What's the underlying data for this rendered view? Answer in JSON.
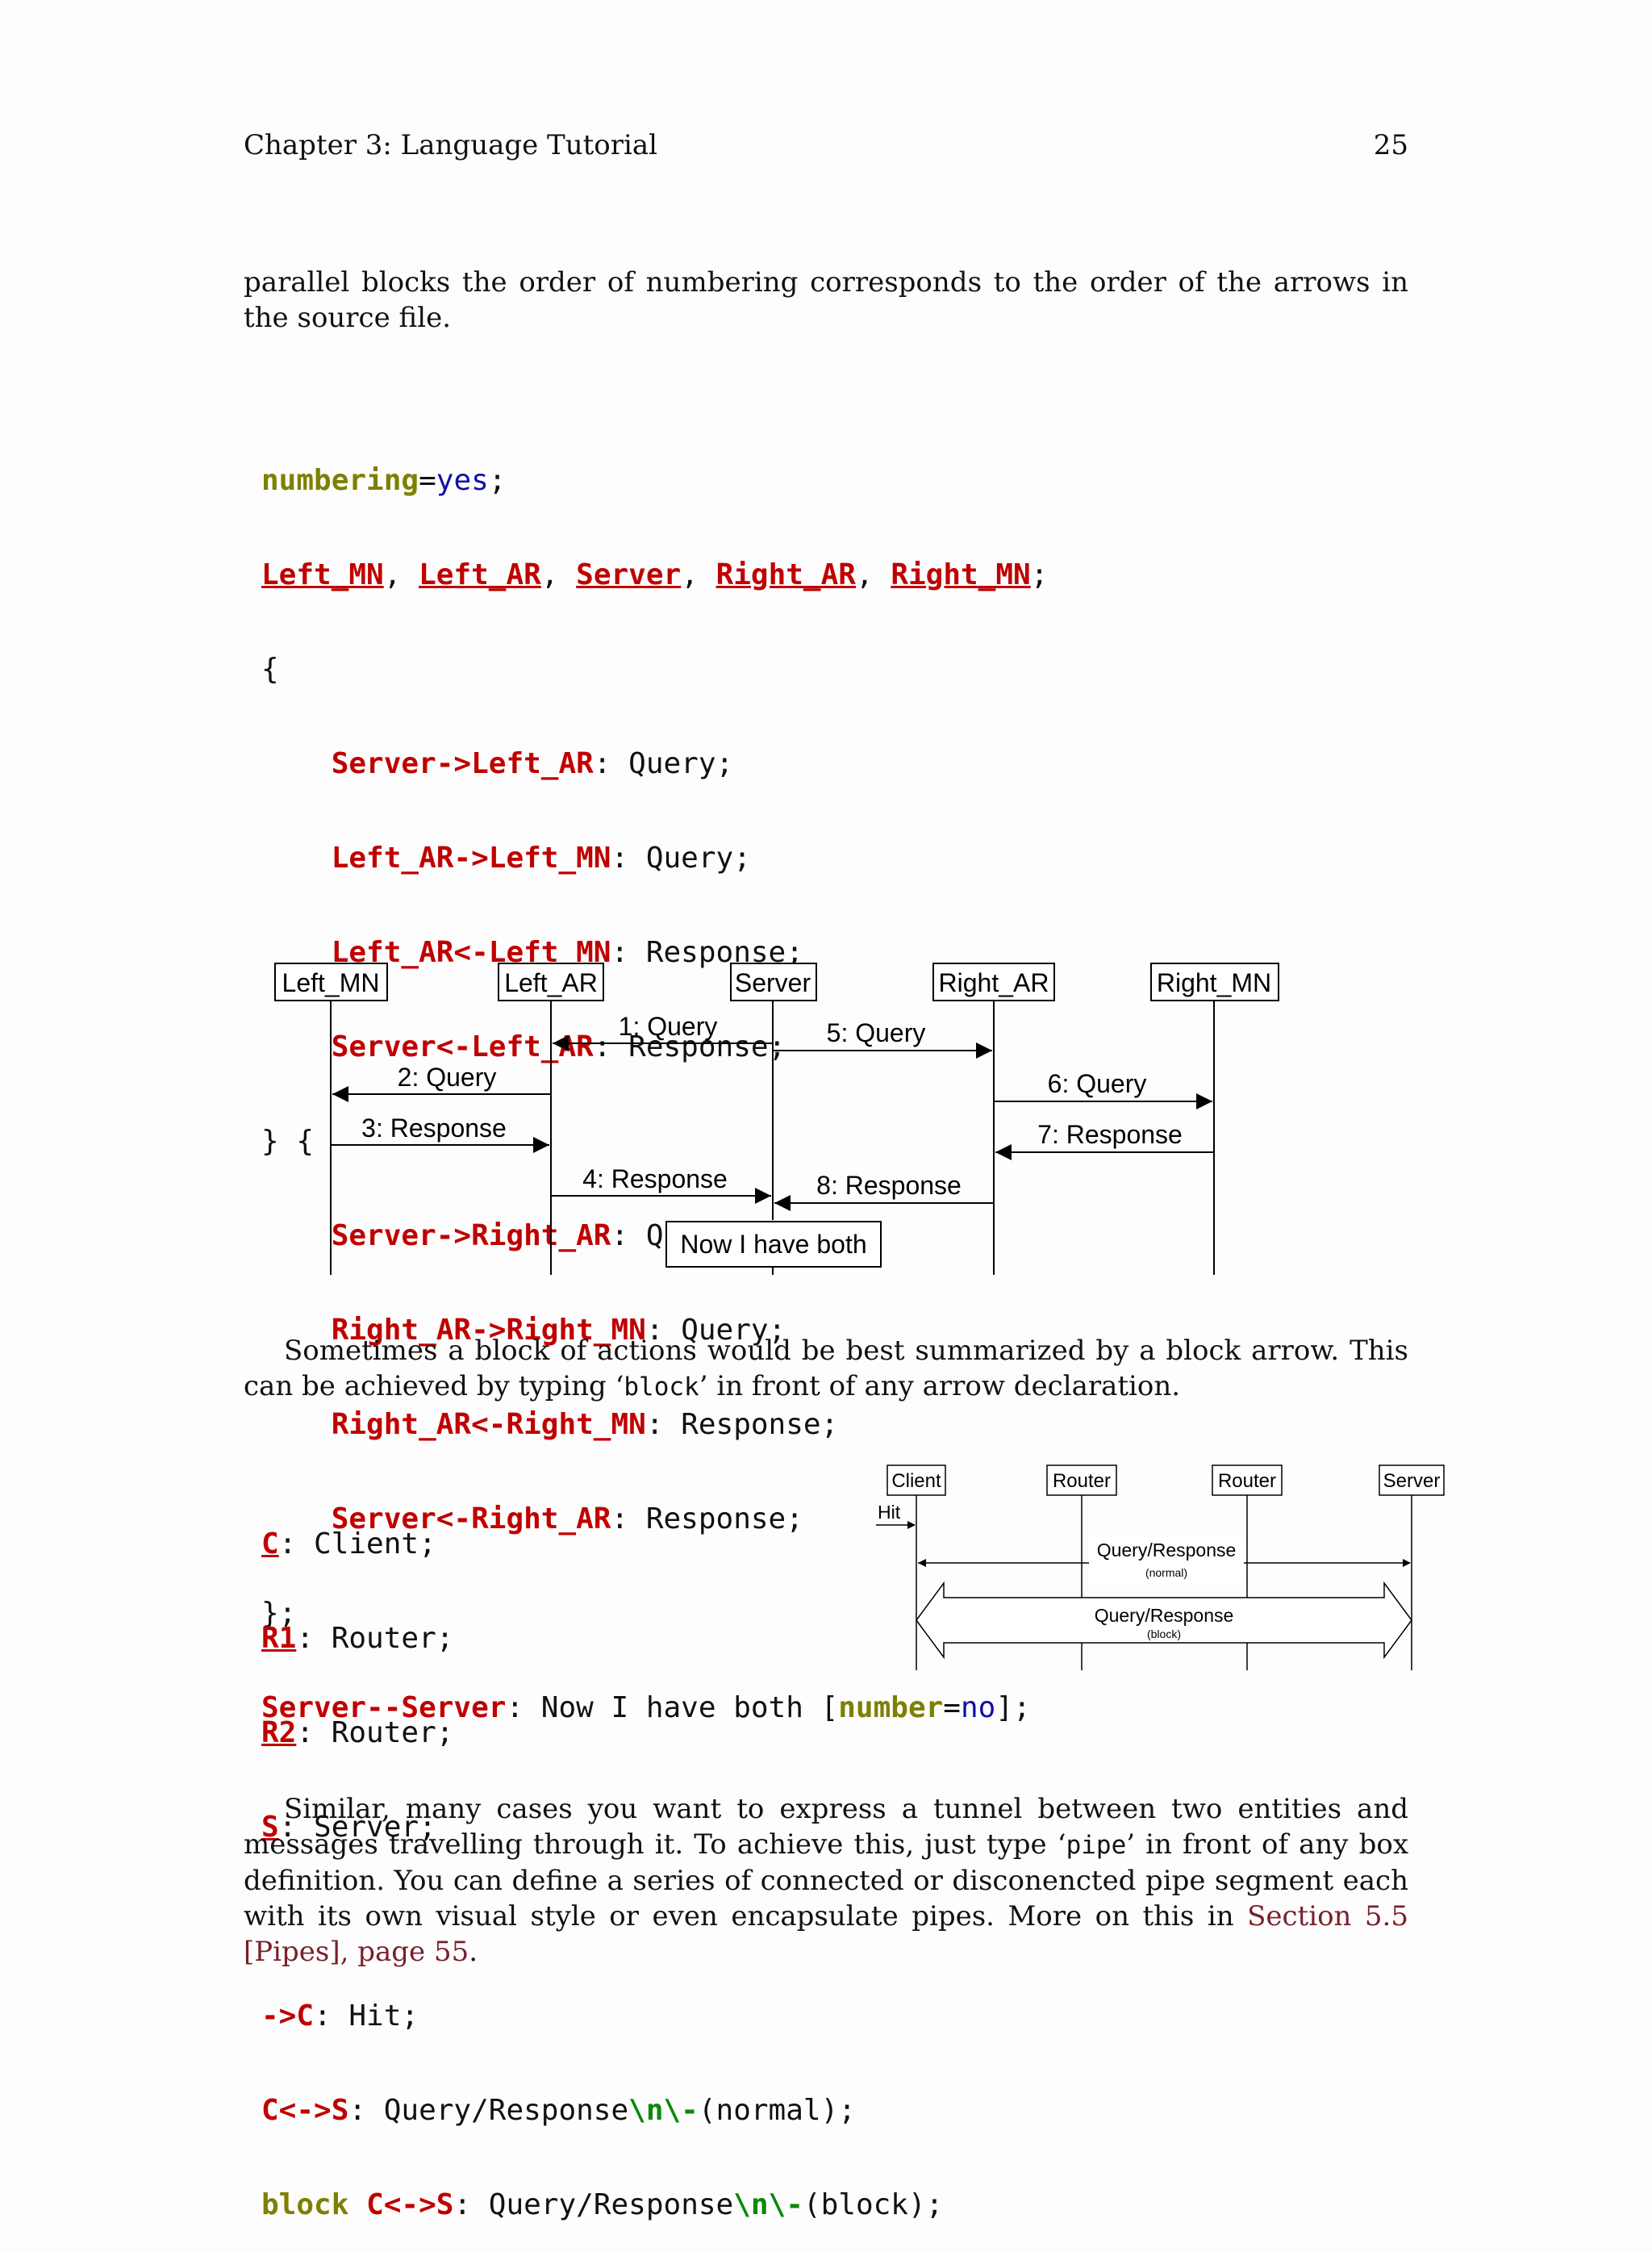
{
  "header": {
    "chapter": "Chapter 3: Language Tutorial",
    "page_number": "25"
  },
  "intro_paragraph": "parallel blocks the order of numbering corresponds to the order of the arrows in the source file.",
  "code1": {
    "l1": {
      "attr": "numbering",
      "eq": "=",
      "val": "yes",
      "end": ";"
    },
    "l2": {
      "e1": "Left_MN",
      "e2": "Left_AR",
      "e3": "Server",
      "e4": "Right_AR",
      "e5": "Right_MN",
      "sep": ", ",
      "end": ";"
    },
    "l3": "{",
    "l4": {
      "arrow": "Server->Left_AR",
      "text": ": Query;"
    },
    "l5": {
      "arrow": "Left_AR->Left_MN",
      "text": ": Query;"
    },
    "l6": {
      "arrow": "Left_AR<-Left_MN",
      "text": ": Response;"
    },
    "l7": {
      "arrow": "Server<-Left_AR",
      "text": ": Response;"
    },
    "l8": "} {",
    "l9": {
      "arrow": "Server->Right_AR",
      "text": ": Query;"
    },
    "l10": {
      "arrow": "Right_AR->Right_MN",
      "text": ": Query;"
    },
    "l11": {
      "arrow": "Right_AR<-Right_MN",
      "text": ": Response;"
    },
    "l12": {
      "arrow": "Server<-Right_AR",
      "text": ": Response;"
    },
    "l13": "};",
    "l14": {
      "arrow": "Server--Server",
      "text": ": Now I have both [",
      "attr": "number",
      "eq": "=",
      "val": "no",
      "end": "];"
    }
  },
  "diagram1": {
    "entities": [
      "Left_MN",
      "Left_AR",
      "Server",
      "Right_AR",
      "Right_MN"
    ],
    "messages": [
      "1: Query",
      "2: Query",
      "3: Response",
      "4: Response",
      "5: Query",
      "6: Query",
      "7: Response",
      "8: Response"
    ],
    "box": "Now I have both"
  },
  "para2": {
    "before": "Sometimes a block of actions would be best summarized by a block arrow. This can be achieved by typing ‘",
    "code": "block",
    "after": "’ in front of any arrow declaration."
  },
  "code2": {
    "l1": {
      "ent": "C",
      "text": ": Client;"
    },
    "l2": {
      "ent": "R1",
      "text": ": Router;"
    },
    "l3": {
      "ent": "R2",
      "text": ": Router;"
    },
    "l4": {
      "ent": "S",
      "text": ": Server;"
    },
    "l6": {
      "arrow": "->C",
      "text": ": Hit;"
    },
    "l7": {
      "arrow": "C<->S",
      "t1": ": Query/Response",
      "esc1": "\\n\\-",
      "t2": "(normal);"
    },
    "l8": {
      "kw": "block",
      "sp": " ",
      "arrow": "C<->S",
      "t1": ": Query/Response",
      "esc1": "\\n\\-",
      "t2": "(block);"
    }
  },
  "diagram2": {
    "entities": [
      "Client",
      "Router",
      "Router",
      "Server"
    ],
    "hit": "Hit",
    "normal_label": "Query/Response",
    "normal_sub": "(normal)",
    "block_label": "Query/Response",
    "block_sub": "(block)"
  },
  "para3": {
    "t1": "Similar, many cases you want to express a tunnel between two entities and messages travelling through it. To achieve this, just type ‘",
    "code": "pipe",
    "t2": "’ in front of any box definition. You can define a series of connected or disconencted pipe segment each with its own visual style or even encapsulate pipes. More on this in ",
    "link": "Section 5.5 [Pipes], page 55",
    "t3": "."
  }
}
